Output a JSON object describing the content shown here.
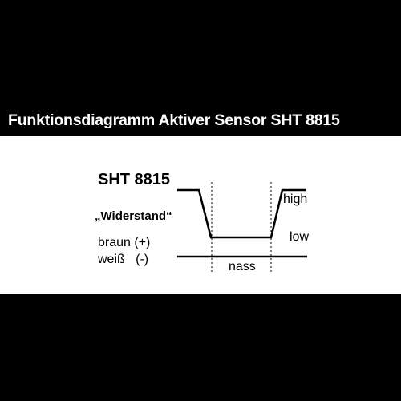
{
  "title": "Funktionsdiagramm Aktiver Sensor SHT 8815",
  "diagram": {
    "sensor_name": "SHT 8815",
    "signal_name": "„Widerstand“",
    "wire_brown": "braun (+)",
    "wire_white": "weiß   (-)",
    "state_high": "high",
    "state_low": "low",
    "state_wet": "nass"
  },
  "colors": {
    "background": "#000000",
    "panel": "#ffffff",
    "text_on_dark": "#ffffff",
    "line": "#000000"
  }
}
